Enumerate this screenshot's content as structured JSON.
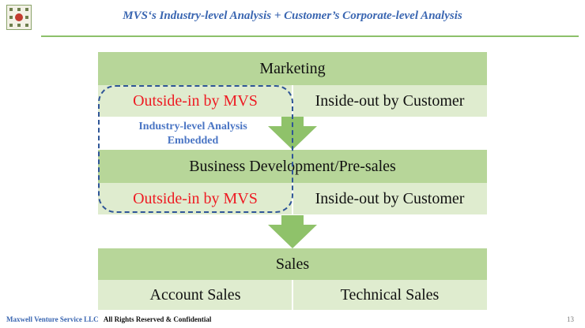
{
  "header": {
    "title": "MVS‘s Industry-level Analysis + Customer’s Corporate-level Analysis"
  },
  "marketing": {
    "title": "Marketing",
    "left": "Outside-in by MVS",
    "right": "Inside-out by Customer"
  },
  "embedded_note": {
    "line1": "Industry-level Analysis",
    "line2": "Embedded"
  },
  "business_dev": {
    "title": "Business Development/Pre-sales",
    "left": "Outside-in by MVS",
    "right": "Inside-out by Customer"
  },
  "sales": {
    "title": "Sales",
    "left": "Account Sales",
    "right": "Technical Sales"
  },
  "footer": {
    "company": "Maxwell Venture Service LLC",
    "rights": "All Rights Reserved & Confidential",
    "page_number": "13"
  },
  "colors": {
    "header_green": "#b7d699",
    "cell_green": "#dfeccf",
    "arrow_green": "#8fc26a",
    "accent_red": "#ee1c24",
    "title_blue": "#3a66b1",
    "dash_blue": "#2f5597"
  }
}
